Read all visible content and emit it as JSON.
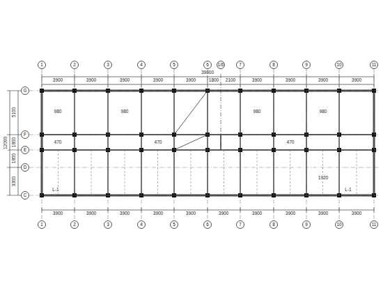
{
  "diagram": {
    "nodes": [
      {
        "text": [
          "1"
        ]
      },
      {
        "text": [
          "2"
        ]
      },
      {
        "text": [
          "3"
        ]
      },
      {
        "text": [
          "4"
        ]
      },
      {
        "text": [
          "5"
        ]
      },
      {
        "text": [
          "6"
        ]
      },
      {
        "text": [
          "1/6"
        ]
      },
      {
        "text": [
          "7"
        ]
      },
      {
        "text": [
          "8"
        ]
      },
      {
        "text": [
          "9"
        ]
      },
      {
        "text": [
          "10"
        ]
      },
      {
        "text": [
          "11"
        ]
      },
      {
        "text": [
          "1"
        ]
      },
      {
        "text": [
          "2"
        ]
      },
      {
        "text": [
          "3"
        ]
      },
      {
        "text": [
          "4"
        ]
      },
      {
        "text": [
          "5"
        ]
      },
      {
        "text": [
          "6"
        ]
      },
      {
        "text": [
          "7"
        ]
      },
      {
        "text": [
          "8"
        ]
      },
      {
        "text": [
          "9"
        ]
      },
      {
        "text": [
          "10"
        ]
      },
      {
        "text": [
          "11"
        ]
      },
      {
        "text": [
          "G"
        ]
      },
      {
        "text": [
          "F"
        ]
      },
      {
        "text": [
          "E"
        ]
      },
      {
        "text": [
          "D"
        ]
      },
      {
        "text": [
          "C"
        ]
      }
    ],
    "edges": [
      {
        "from": 0,
        "to": 12,
        "arrow": "none"
      },
      {
        "from": 1,
        "to": 13,
        "arrow": "none"
      },
      {
        "from": 2,
        "to": 14,
        "arrow": "none"
      },
      {
        "from": 3,
        "to": 15,
        "arrow": "none"
      },
      {
        "from": 4,
        "to": 16,
        "arrow": "none"
      },
      {
        "from": 5,
        "to": 17,
        "arrow": "none"
      },
      {
        "from": 7,
        "to": 18,
        "arrow": "none"
      },
      {
        "from": 8,
        "to": 19,
        "arrow": "none"
      },
      {
        "from": 9,
        "to": 20,
        "arrow": "none"
      },
      {
        "from": 10,
        "to": 21,
        "arrow": "none"
      },
      {
        "from": 11,
        "to": 22,
        "arrow": "none"
      }
    ],
    "labels": [
      "3900",
      "3900",
      "3900",
      "3900",
      "3900",
      "1800",
      "2100",
      "3900",
      "3900",
      "3900",
      "3900",
      "39800",
      "3900",
      "3900",
      "3900",
      "3900",
      "3900",
      "3900",
      "3900",
      "3900",
      "3900",
      "3900",
      "5100",
      "1800",
      "1800",
      "3300",
      "12000",
      "L-1",
      "L-1",
      "470",
      "470",
      "470",
      "980",
      "980",
      "980",
      "980",
      "1920"
    ]
  }
}
